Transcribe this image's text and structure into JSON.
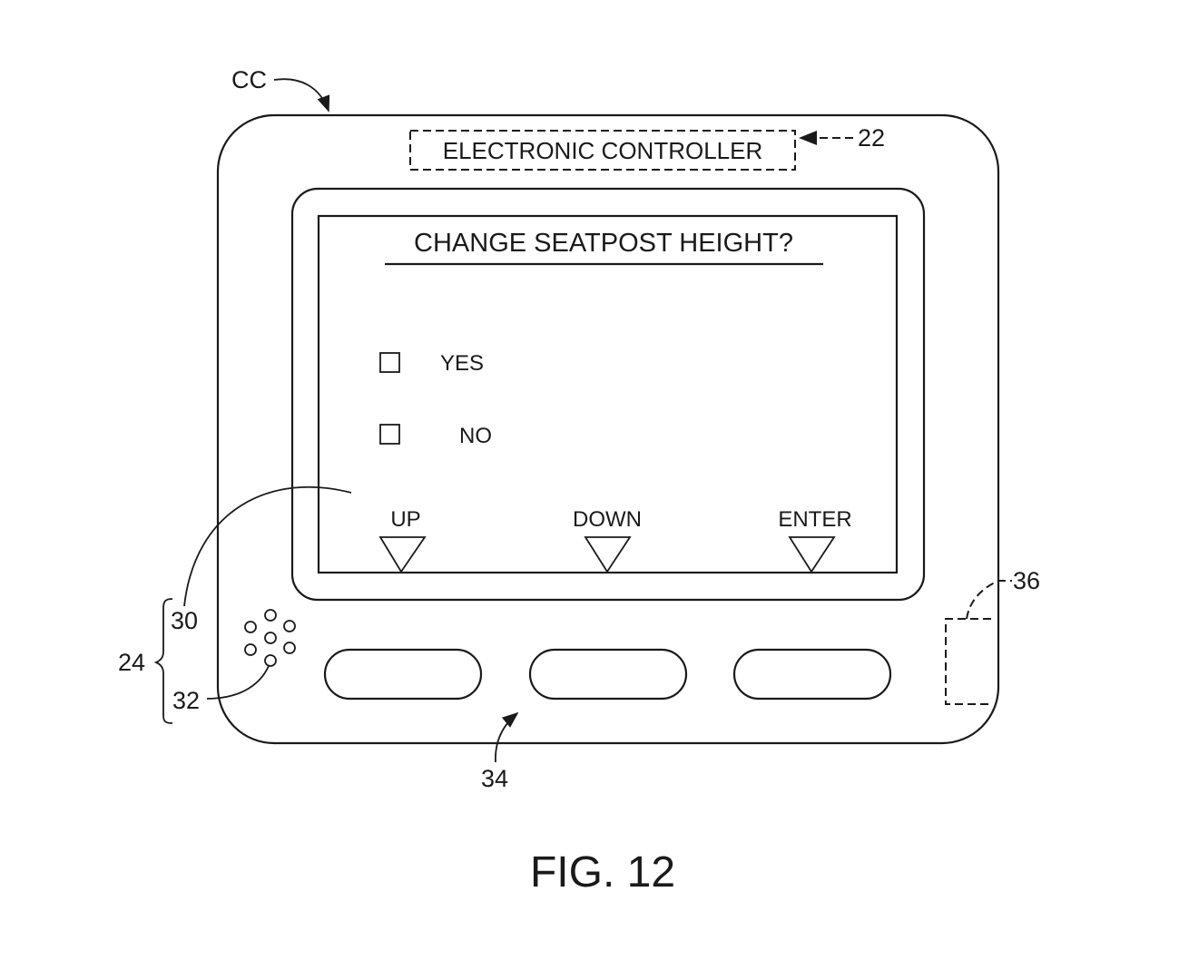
{
  "figure": {
    "caption": "FIG. 12"
  },
  "device": {
    "ref": "CC",
    "label": "ELECTRONIC CONTROLLER",
    "label_ref": "22"
  },
  "screen": {
    "question": "CHANGE SEATPOST HEIGHT?",
    "options": [
      {
        "label": "YES",
        "checked": false
      },
      {
        "label": "NO",
        "checked": false
      }
    ],
    "softkeys": [
      {
        "label": "UP"
      },
      {
        "label": "DOWN"
      },
      {
        "label": "ENTER"
      }
    ]
  },
  "reference_numerals": {
    "user_interface": "24",
    "display": "30",
    "speaker": "32",
    "buttons": "34",
    "internal_component": "36"
  },
  "colors": {
    "line": "#1a1a1a",
    "background": "#ffffff"
  }
}
